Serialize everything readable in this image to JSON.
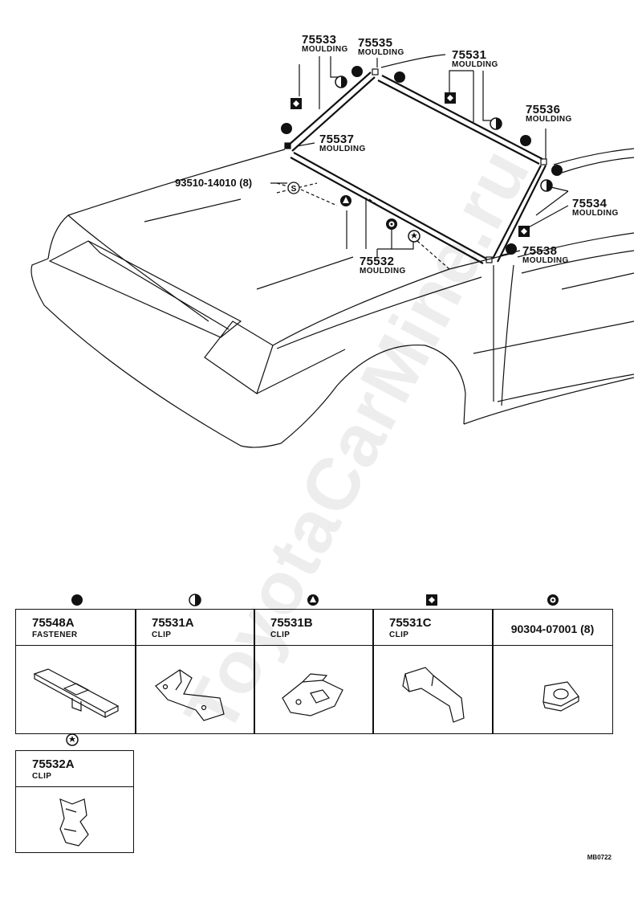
{
  "callouts": {
    "p75533": {
      "number": "75533",
      "name": "MOULDING"
    },
    "p75535": {
      "number": "75535",
      "name": "MOULDING"
    },
    "p75531": {
      "number": "75531",
      "name": "MOULDING"
    },
    "p75536": {
      "number": "75536",
      "name": "MOULDING"
    },
    "p75537": {
      "number": "75537",
      "name": "MOULDING"
    },
    "p75534": {
      "number": "75534",
      "name": "MOULDING"
    },
    "p75538": {
      "number": "75538",
      "name": "MOULDING"
    },
    "p75532": {
      "number": "75532",
      "name": "MOULDING"
    },
    "p93510": {
      "number": "93510-14010 (8)"
    }
  },
  "parts_table": [
    {
      "symbol": "solid-circle-icon",
      "number": "75548A",
      "name": "FASTENER"
    },
    {
      "symbol": "half-circle-icon",
      "number": "75531A",
      "name": "CLIP"
    },
    {
      "symbol": "triangle-in-circle-icon",
      "number": "75531B",
      "name": "CLIP"
    },
    {
      "symbol": "diamond-in-square-icon",
      "number": "75531C",
      "name": "CLIP"
    },
    {
      "symbol": "ring-in-circle-icon",
      "number": "90304-07001 (8)",
      "name": ""
    },
    {
      "symbol": "star-in-circle-icon",
      "number": "75532A",
      "name": "CLIP"
    }
  ],
  "diagram_code": "MB0722",
  "watermark": "ToyotaCarMine.ru"
}
